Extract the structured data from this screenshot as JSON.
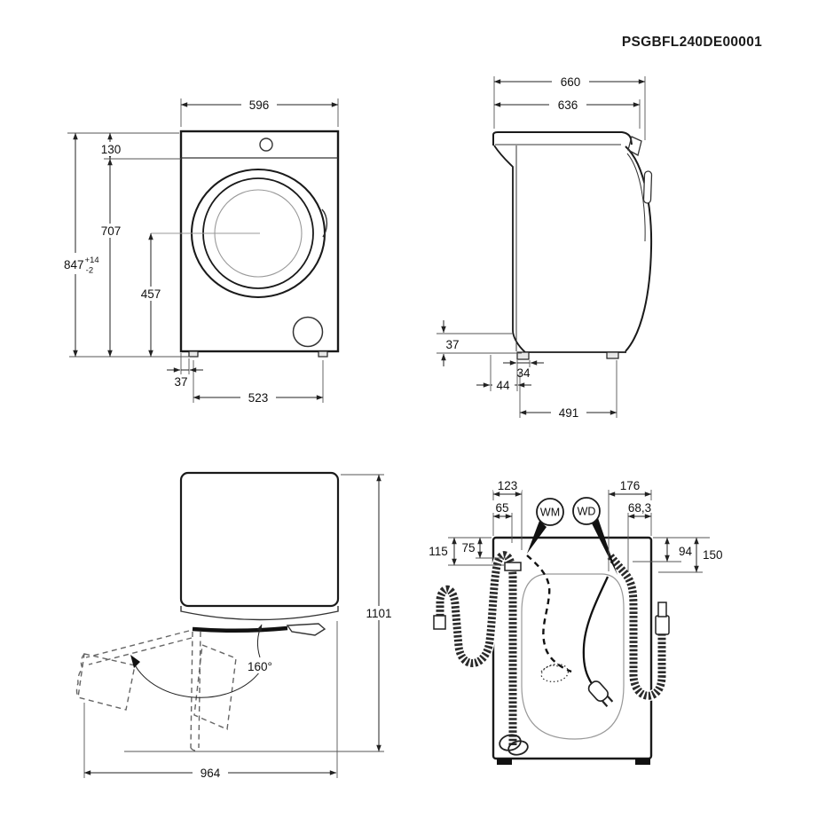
{
  "title": "PSGBFL240DE00001",
  "colors": {
    "line": "#1a1a1a",
    "dim": "#333333",
    "soft": "#8a8a8a"
  },
  "front": {
    "width": "596",
    "panel_height": "130",
    "body_height": "707",
    "total_height": "847",
    "total_height_tol_plus": "+14",
    "total_height_tol_minus": "-2",
    "door_center_height": "457",
    "foot_offset": "37",
    "feet_spacing": "523"
  },
  "side": {
    "total_depth": "660",
    "body_depth": "636",
    "rear_clearance": "37",
    "foot_width": "34",
    "rear_foot_offset": "44",
    "feet_spacing": "491"
  },
  "top_open": {
    "depth_door_open": "1101",
    "door_angle": "160°",
    "width_door_open": "964"
  },
  "rear": {
    "wm_badge": "WM",
    "wd_badge": "WD",
    "wm_from_left": "123",
    "drain_from_left": "65",
    "cord_from_right": "176",
    "wd_from_right": "68,3",
    "drain_drop": "115",
    "wm_drop": "75",
    "wd_drop": "94",
    "inlet_drop": "150"
  }
}
